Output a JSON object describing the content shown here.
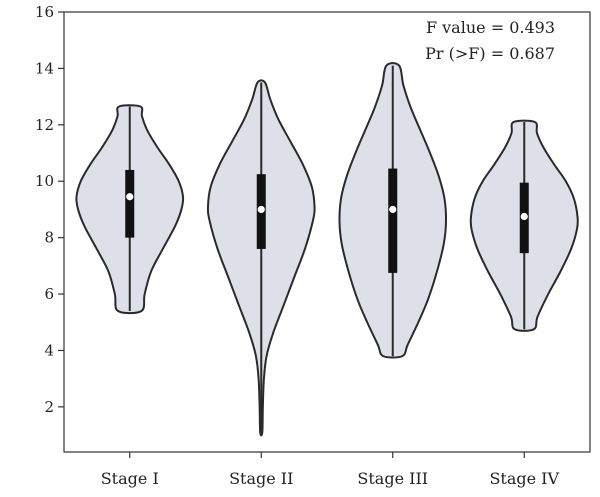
{
  "chart_data": {
    "type": "violin",
    "title": "",
    "xlabel": "",
    "ylabel": "",
    "ylim": [
      0.4,
      16
    ],
    "yticks": [
      2,
      4,
      6,
      8,
      10,
      12,
      14,
      16
    ],
    "categories": [
      "Stage I",
      "Stage II",
      "Stage III",
      "Stage IV"
    ],
    "fill_color": "#dde0e8",
    "line_color": "#2a2a2a",
    "median_color": "#ffffff",
    "annotations": [
      "F value = 0.493",
      "Pr (>F) = 0.687"
    ],
    "violins": [
      {
        "category": "Stage I",
        "min": 5.4,
        "max": 12.65,
        "q1": 8.0,
        "q3": 10.4,
        "median": 9.45,
        "density": [
          [
            5.4,
            0.22
          ],
          [
            6.0,
            0.28
          ],
          [
            6.8,
            0.4
          ],
          [
            7.6,
            0.62
          ],
          [
            8.4,
            0.85
          ],
          [
            9.0,
            0.97
          ],
          [
            9.45,
            1.0
          ],
          [
            10.0,
            0.92
          ],
          [
            10.6,
            0.74
          ],
          [
            11.2,
            0.52
          ],
          [
            11.8,
            0.33
          ],
          [
            12.3,
            0.23
          ],
          [
            12.65,
            0.2
          ]
        ]
      },
      {
        "category": "Stage II",
        "min": 1.1,
        "max": 13.5,
        "q1": 7.6,
        "q3": 10.25,
        "median": 9.0,
        "density": [
          [
            1.1,
            0.02
          ],
          [
            2.0,
            0.03
          ],
          [
            3.0,
            0.05
          ],
          [
            3.8,
            0.1
          ],
          [
            4.6,
            0.22
          ],
          [
            5.6,
            0.42
          ],
          [
            6.6,
            0.62
          ],
          [
            7.6,
            0.82
          ],
          [
            8.6,
            0.97
          ],
          [
            9.1,
            1.0
          ],
          [
            9.8,
            0.95
          ],
          [
            10.6,
            0.78
          ],
          [
            11.4,
            0.55
          ],
          [
            12.2,
            0.32
          ],
          [
            12.9,
            0.17
          ],
          [
            13.5,
            0.07
          ]
        ]
      },
      {
        "category": "Stage III",
        "min": 3.8,
        "max": 14.1,
        "q1": 6.75,
        "q3": 10.45,
        "median": 9.0,
        "density": [
          [
            3.8,
            0.18
          ],
          [
            4.2,
            0.28
          ],
          [
            5.0,
            0.48
          ],
          [
            5.8,
            0.66
          ],
          [
            6.8,
            0.83
          ],
          [
            7.8,
            0.96
          ],
          [
            8.6,
            1.0
          ],
          [
            9.4,
            0.97
          ],
          [
            10.2,
            0.86
          ],
          [
            11.0,
            0.7
          ],
          [
            11.8,
            0.52
          ],
          [
            12.6,
            0.34
          ],
          [
            13.4,
            0.2
          ],
          [
            14.1,
            0.12
          ]
        ]
      },
      {
        "category": "Stage IV",
        "min": 4.75,
        "max": 12.1,
        "q1": 7.45,
        "q3": 9.95,
        "median": 8.75,
        "density": [
          [
            4.75,
            0.18
          ],
          [
            5.2,
            0.25
          ],
          [
            6.0,
            0.45
          ],
          [
            6.8,
            0.68
          ],
          [
            7.6,
            0.88
          ],
          [
            8.3,
            0.99
          ],
          [
            8.75,
            1.0
          ],
          [
            9.4,
            0.93
          ],
          [
            10.0,
            0.78
          ],
          [
            10.6,
            0.56
          ],
          [
            11.2,
            0.36
          ],
          [
            11.7,
            0.24
          ],
          [
            12.1,
            0.2
          ]
        ]
      }
    ]
  }
}
